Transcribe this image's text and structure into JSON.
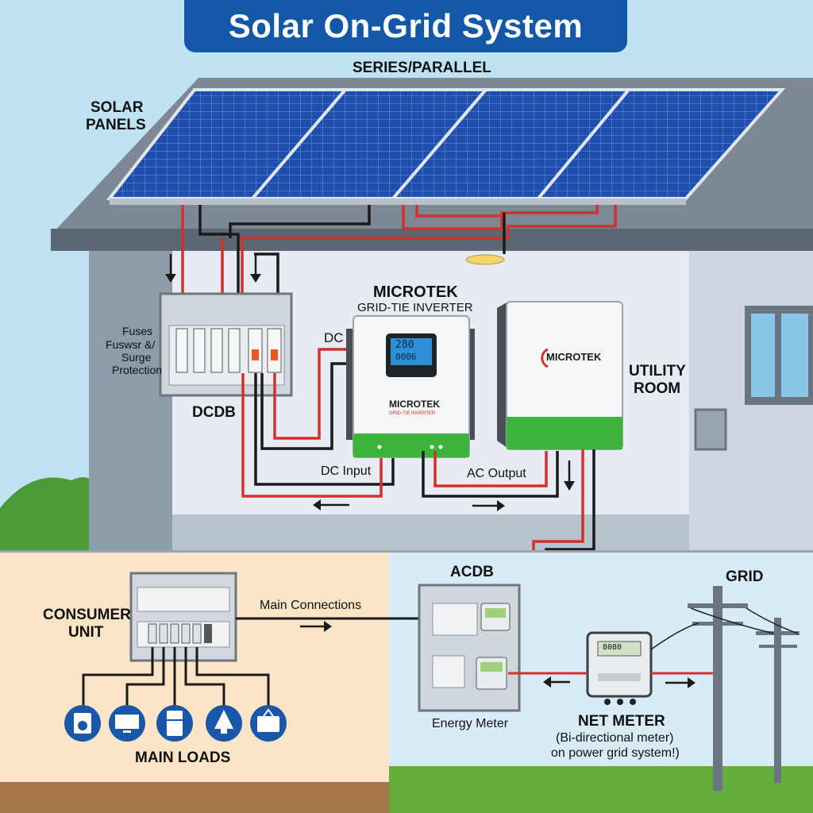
{
  "title": "Solar On-Grid System",
  "labels": {
    "series_parallel": "SERIES/PARALLEL",
    "solar_panels_1": "SOLAR",
    "solar_panels_2": "PANELS",
    "fuses_1": "Fuses",
    "fuses_2": "Fuswsr &/",
    "fuses_3": "Surge",
    "fuses_4": "Protection",
    "dcdb": "DCDB",
    "dc": "DC",
    "inverter_brand": "MICROTEK",
    "inverter_type": "GRID-TIE INVERTER",
    "utility_room_1": "UTILITY",
    "utility_room_2": "ROOM",
    "dc_input": "DC Input",
    "ac_output": "AC Output",
    "acdb": "ACDB",
    "grid": "GRID",
    "consumer_unit_1": "CONSUMER",
    "consumer_unit_2": "UNIT",
    "main_connections": "Main Connections",
    "energy_meter": "Energy Meter",
    "net_meter": "NET METER",
    "net_meter_desc_1": "(Bi-directional meter)",
    "net_meter_desc_2": "on power grid system!)",
    "main_loads": "MAIN LOADS"
  },
  "devices": {
    "inverter_logo": "MICROTEK",
    "inverter_logo_sub": "GRID-TIE INVERTER",
    "inverter_display_1": "280",
    "inverter_display_2": "0006",
    "battery_unit_logo": "MICROTEK",
    "net_meter_display": "8080"
  },
  "colors": {
    "title_bg": "#1258a6",
    "panel_blue": "#1f4fae",
    "wire_red": "#d0312d",
    "wire_black": "#1a1a1a",
    "inverter_green": "#3db53d",
    "load_icon_blue": "#1958a8"
  },
  "icons": [
    "washing-machine-icon",
    "tv-icon",
    "fridge-icon",
    "lamp-icon",
    "retro-tv-icon"
  ]
}
